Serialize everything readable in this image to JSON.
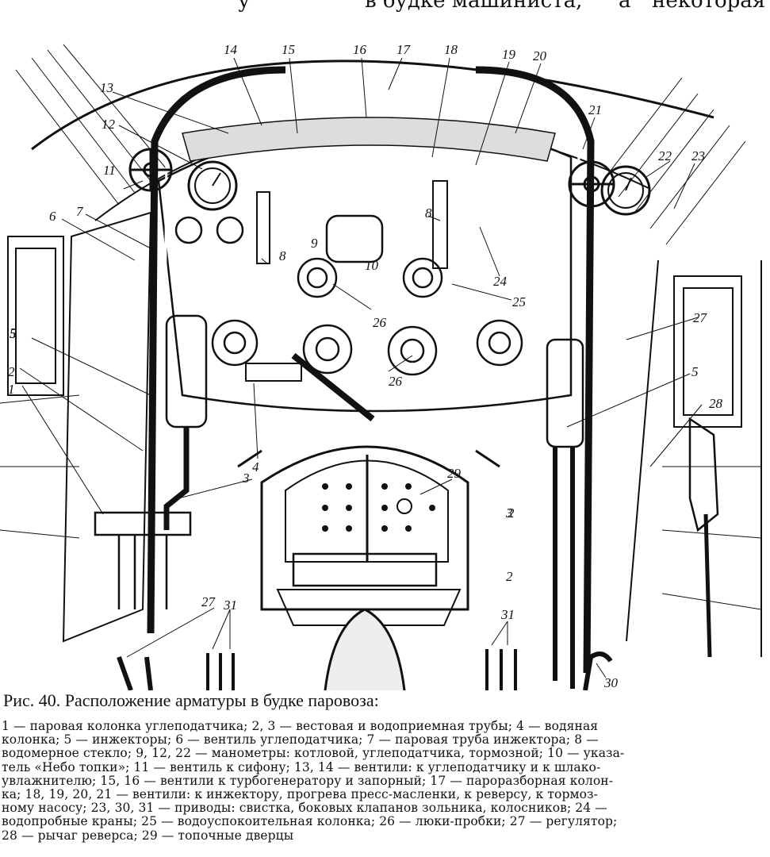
{
  "header_fragment": {
    "part1": "у",
    "part2": "в будке машиниста,",
    "part3": "а",
    "part4": "некоторая"
  },
  "figure": {
    "callouts": [
      "1",
      "2",
      "3",
      "4",
      "5",
      "6",
      "7",
      "8",
      "9",
      "10",
      "11",
      "12",
      "13",
      "14",
      "15",
      "16",
      "17",
      "18",
      "19",
      "20",
      "21",
      "22",
      "23",
      "24",
      "25",
      "26",
      "27",
      "28",
      "29",
      "30",
      "31"
    ]
  },
  "caption": "Рис. 40. Расположение арматуры в будке паровоза:",
  "legend_lines": [
    "1 — паровая колонка углеподатчика; 2, 3 — вестовая и водоприемная трубы; 4 — водяная",
    "колонка; 5 — инжекторы; 6 — вентиль углеподатчика; 7 — паровая труба инжектора; 8 —",
    "водомерное стекло; 9, 12, 22 — манометры: котловой, углеподатчика, тормозной; 10 — указа-",
    "тель «Небо топки»; 11 — вентиль к сифону; 13, 14 — вентили: к углеподатчику и к шлако-",
    "увлажнителю; 15, 16 — вентили к турбогенератору и запорный; 17 — пароразборная колон-",
    "ка; 18, 19, 20, 21 — вентили: к инжектору, прогрева пресс-масленки, к реверсу, к тормоз-",
    "ному насосу; 23, 30, 31 — приводы: свистка, боковых клапанов зольника, колосников; 24 —",
    "водопробные краны; 25 — водоуспокоительная колонка; 26 — люки-пробки; 27 — регулятор;",
    "28 — рычаг реверса; 29 — топочные дверцы"
  ]
}
